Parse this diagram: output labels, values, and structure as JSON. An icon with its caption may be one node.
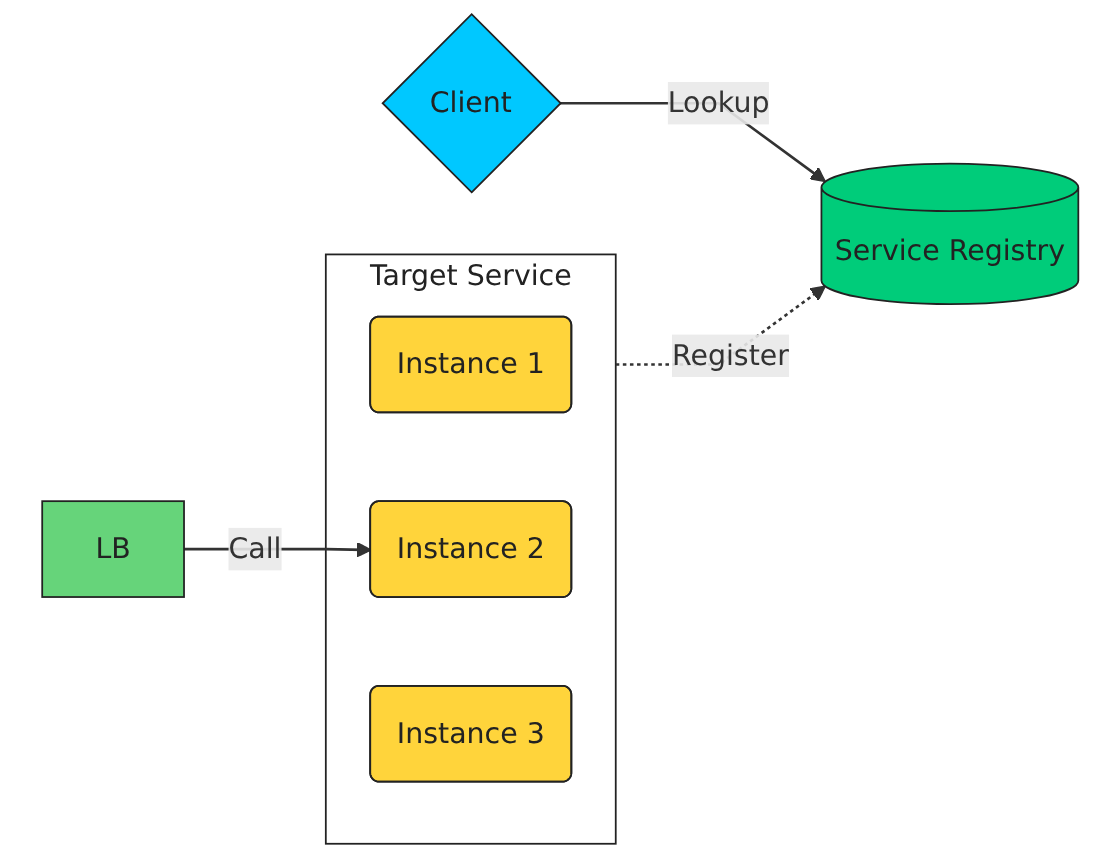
{
  "diagram": {
    "nodes": [
      {
        "text": [
          "Service Registry"
        ]
      },
      {
        "text": [
          "Client"
        ]
      },
      {
        "text": [
          "LB"
        ]
      },
      {
        "text": [
          "Target Service"
        ]
      },
      {
        "text": [
          "Instance 1"
        ],
        "in": 3
      },
      {
        "text": [
          "Instance 2"
        ],
        "in": 3
      },
      {
        "text": [
          "Instance 3"
        ],
        "in": 3
      }
    ],
    "edges": [
      {
        "from": 1,
        "to": 0,
        "arrow": "to",
        "label": "Lookup"
      },
      {
        "from": 2,
        "to": 5,
        "arrow": "to",
        "label": "Call"
      },
      {
        "from": 3,
        "to": 0,
        "arrow": "to",
        "label": "Register",
        "style": "dashed"
      }
    ]
  }
}
